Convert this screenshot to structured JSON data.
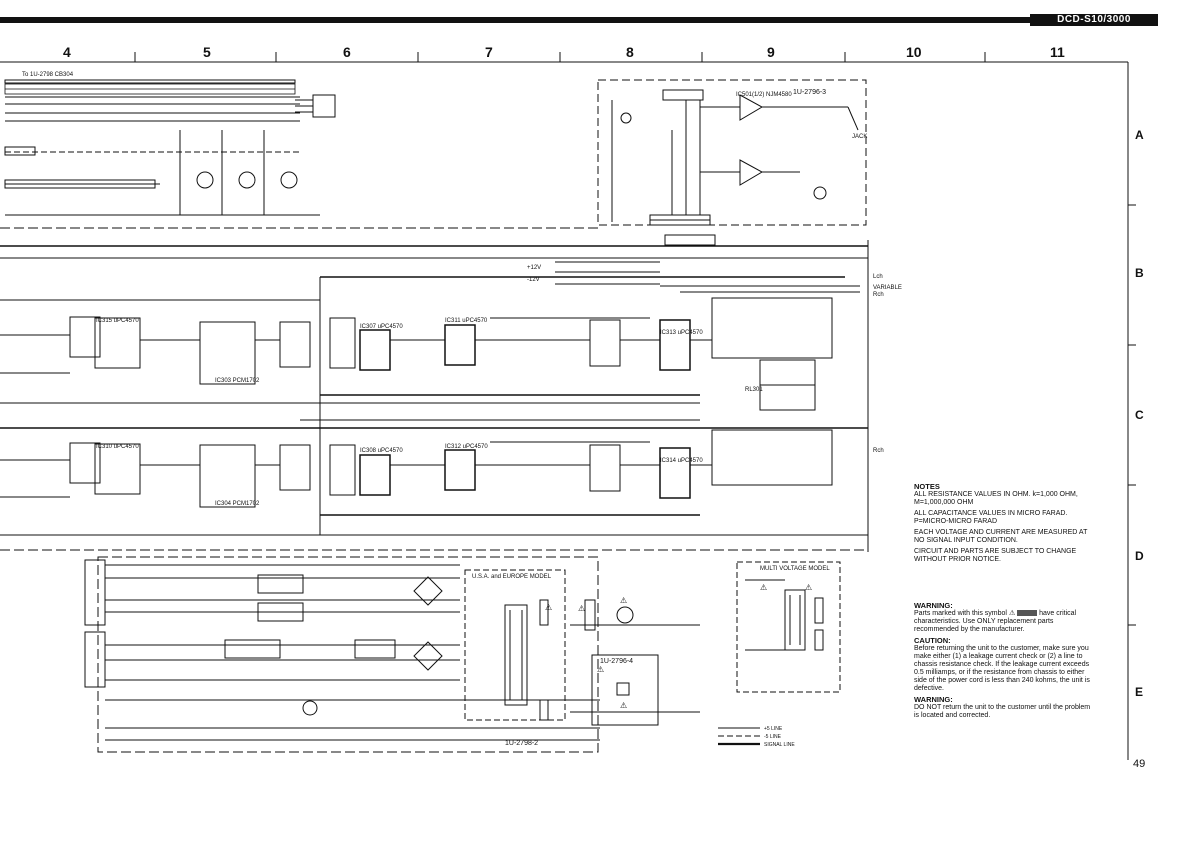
{
  "header": {
    "model": "DCD-S10/3000",
    "page_number": "49"
  },
  "grid": {
    "columns": [
      "4",
      "5",
      "6",
      "7",
      "8",
      "9",
      "10",
      "11"
    ],
    "rows": [
      "A",
      "B",
      "C",
      "D",
      "E"
    ]
  },
  "modules": {
    "m3": "1U-2796-3",
    "m4": "1U-2796-4",
    "m2": "1U-2798-2",
    "to_connector": "To 1U-2798 CB304",
    "region_box": "U.S.A. and EUROPE MODEL",
    "multi_voltage": "MULTI VOLTAGE MODEL"
  },
  "ics": {
    "ic303": "IC303 PCM1702",
    "ic304": "IC304 PCM1702",
    "ic307": "IC307 uPC4570",
    "ic308": "IC308 uPC4570",
    "ic310": "IC310 uPC4570",
    "ic311": "IC311 uPC4570",
    "ic312": "IC312 uPC4570",
    "ic313": "IC313 uPC4570",
    "ic314": "IC314 uPC4570",
    "ic315": "IC315 uPC4570",
    "ic501": "IC501(1/2) NJM4580"
  },
  "labels": {
    "rl301": "RL301",
    "ch_lch": "Lch",
    "ch_rch": "Rch",
    "variable": "VARIABLE",
    "jack": "JACK",
    "line_plus5": "+5 LINE",
    "line_minus5": "-5 LINE",
    "line_signal": "SIGNAL LINE",
    "plus12": "+12V",
    "minus12": "-12V"
  },
  "notes": {
    "title": "NOTES",
    "n1": "ALL RESISTANCE VALUES IN OHM. k=1,000 OHM, M=1,000,000 OHM",
    "n2": "ALL CAPACITANCE VALUES IN MICRO FARAD. P=MICRO-MICRO FARAD",
    "n3": "EACH VOLTAGE AND CURRENT ARE MEASURED AT NO SIGNAL INPUT CONDITION.",
    "n4": "CIRCUIT AND PARTS ARE SUBJECT TO CHANGE WITHOUT PRIOR NOTICE."
  },
  "warning1": {
    "title": "WARNING:",
    "text_a": "Parts marked with this symbol",
    "text_b": "have critical characteristics.",
    "text_c": "Use ONLY replacement parts recommended by the manufacturer."
  },
  "caution": {
    "title": "CAUTION:",
    "text": "Before returning the unit to the customer, make sure you make either (1) a leakage current check or (2) a line to chassis resistance check. If the leakage current exceeds 0.5 milliamps, or if the resistance from chassis to either side of the power cord is less than 240 kohms, the unit is defective."
  },
  "warning2": {
    "title": "WARNING:",
    "text": "DO NOT return the unit to the customer until the problem is located and corrected."
  }
}
